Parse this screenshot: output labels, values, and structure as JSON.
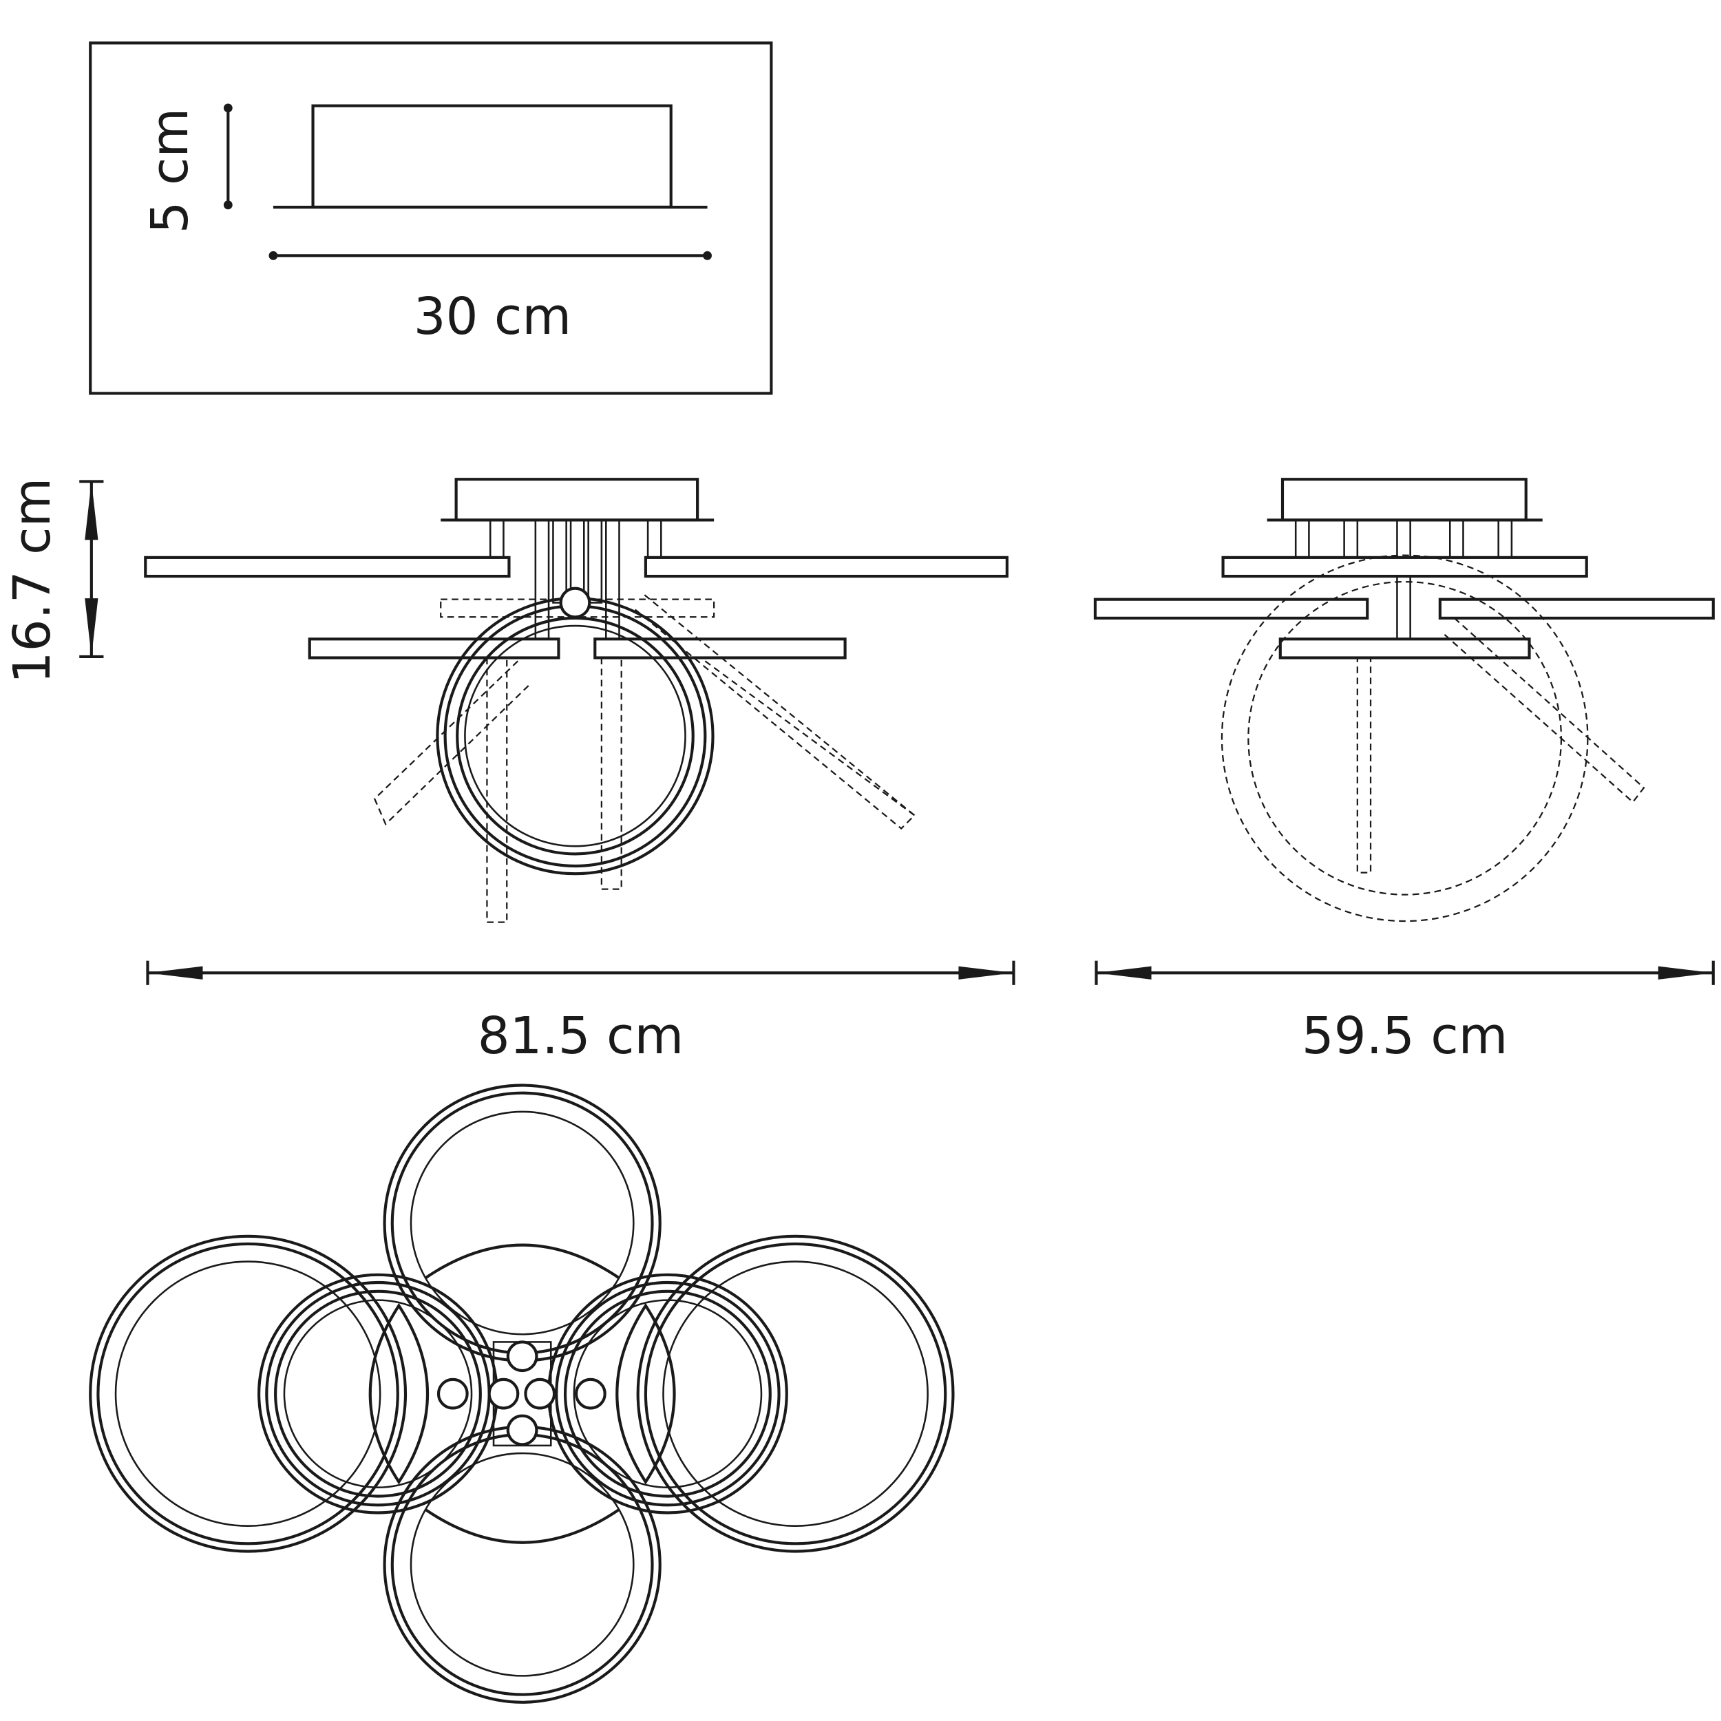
{
  "title": "Ceiling lamp dimension drawing",
  "canopy_detail": {
    "height_label": "5 cm",
    "width_label": "30 cm"
  },
  "front_view": {
    "height_label": "16.7 cm",
    "width_label": "81.5 cm"
  },
  "side_view": {
    "width_label": "59.5 cm"
  },
  "colors": {
    "line": "#1a1a1a",
    "background": "#ffffff"
  }
}
